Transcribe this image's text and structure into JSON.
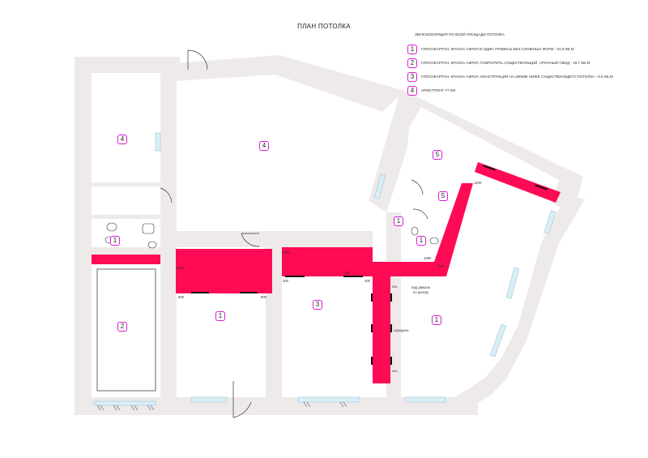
{
  "title": "ПЛАН ПОТОЛКА",
  "legend": {
    "header": "ЗВУКОИЗОЛЯЦИЯ ПО ВСЕЙ ПЛОЩАДИ ПОТОЛКА",
    "items": [
      {
        "num": "1",
        "text": "ГИПСОКАРТОН, КРАСКА-АКРИЛ В ОДИН УРОВЕНЬ БЕЗ СЛОЖНЫХ ФОРМ - 81,9 КВ.М"
      },
      {
        "num": "2",
        "text": "ГИПСОКАРТОН, КРАСКА-АКРИЛ, ПОВТОРИТЬ СУЩЕСТВУЮЩИЙ, АРОЧНЫЙ СВОД - 18.7 КВ.М"
      },
      {
        "num": "3",
        "text": "ГИПСОКАРТОН, КРАСКА-АКРИЛ, КОНСТРУКЦИЯ НА 200ММ НИЖЕ СУЩЕСТВУЮЩЕГО ПОТОЛКА - 9.5 КВ.М"
      },
      {
        "num": "4",
        "text": "АРМСТРОНГ 77 М2"
      }
    ]
  },
  "rooms": [
    {
      "id": "room-a",
      "num": "4"
    },
    {
      "id": "room-b",
      "num": "4"
    },
    {
      "id": "room-c",
      "num": "5"
    },
    {
      "id": "room-d",
      "num": "5"
    },
    {
      "id": "room-e",
      "num": "1"
    },
    {
      "id": "room-f",
      "num": "1"
    },
    {
      "id": "room-g",
      "num": "1"
    },
    {
      "id": "room-h",
      "num": "2"
    },
    {
      "id": "room-i",
      "num": "1"
    },
    {
      "id": "room-j",
      "num": "3"
    },
    {
      "id": "room-k",
      "num": "1"
    }
  ],
  "dims": {
    "d1200a": "1200",
    "d1200b": "1200",
    "d800a": "800",
    "d800b": "800",
    "d400a": "400",
    "d400b": "400",
    "d400c": "400",
    "d1000a": "1000",
    "d1000b": "1000",
    "d2000": "2000",
    "axis1": "ось",
    "axis2": "ось",
    "doorcenter1": "над дверью",
    "doorcenter2": "по центру",
    "middle": "середина"
  },
  "colors": {
    "wall": "#eeeaea",
    "beam": "#ff0a55",
    "badge_border": "#d81bd3",
    "glass": "#d9eef7"
  }
}
